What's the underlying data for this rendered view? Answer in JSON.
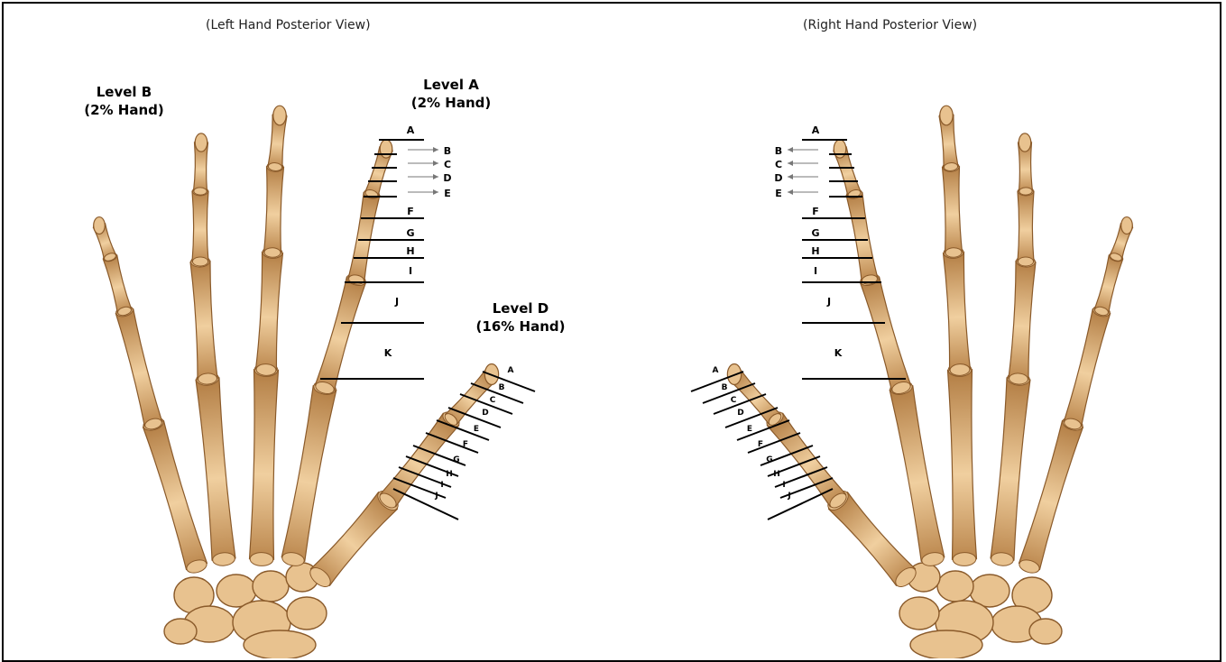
{
  "left_view": {
    "title": "(Left Hand Posterior View)",
    "level_b": {
      "line1": "Level B",
      "line2": "(2% Hand)"
    },
    "level_a": {
      "line1": "Level A",
      "line2": "(2% Hand)"
    },
    "level_d": {
      "line1": "Level D",
      "line2": "(16% Hand)"
    },
    "finger_labels": [
      "A",
      "B",
      "C",
      "D",
      "E",
      "F",
      "G",
      "H",
      "I",
      "J",
      "K"
    ],
    "thumb_labels": [
      "A",
      "B",
      "C",
      "D",
      "E",
      "F",
      "G",
      "H",
      "I",
      "J"
    ]
  },
  "right_view": {
    "title": "(Right Hand Posterior View)",
    "finger_labels": [
      "A",
      "B",
      "C",
      "D",
      "E",
      "F",
      "G",
      "H",
      "I",
      "J",
      "K"
    ],
    "thumb_labels": [
      "A",
      "B",
      "C",
      "D",
      "E",
      "F",
      "G",
      "H",
      "I",
      "J"
    ]
  },
  "colors": {
    "bone": "#e8c28f",
    "bone_shade": "#b9844a",
    "bone_edge": "#8a5a2a",
    "line": "#000000"
  }
}
